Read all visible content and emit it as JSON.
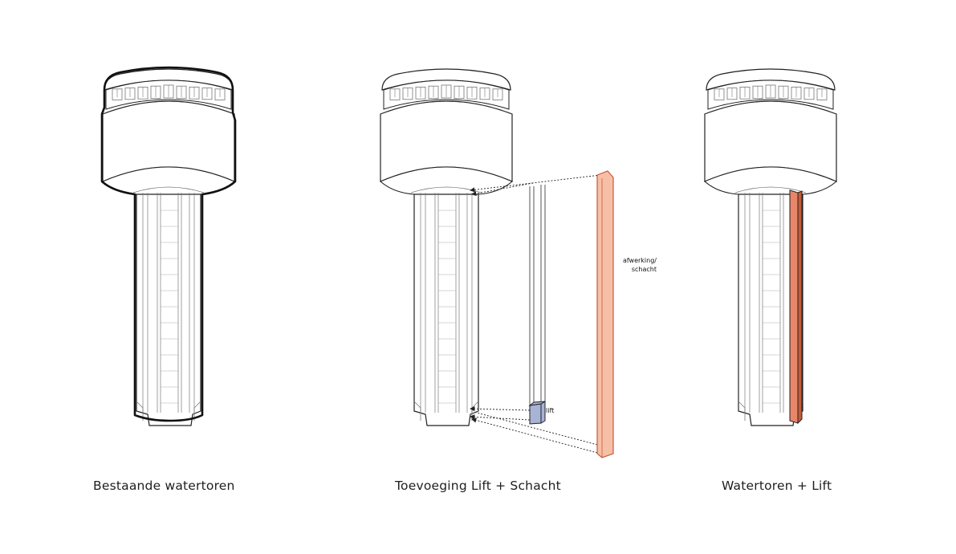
{
  "captions": {
    "existing": "Bestaande watertoren",
    "addition": "Toevoeging Lift + Schacht",
    "result": "Watertoren + Lift"
  },
  "labels": {
    "finish_line1": "afwerking/",
    "finish_line2": "schacht",
    "lift": "lift"
  },
  "colors": {
    "shaft": "#f7c0a6",
    "shaft_stroke": "#c65a3a",
    "shaft_result": "#e8866a",
    "lift": "#a8b3d6"
  }
}
